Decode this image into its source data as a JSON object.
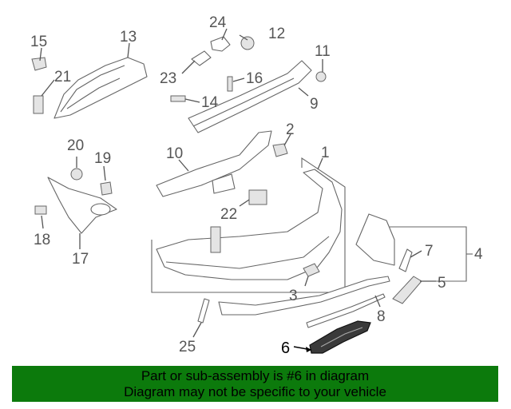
{
  "callouts": {
    "c1": "1",
    "c2": "2",
    "c3": "3",
    "c4": "4",
    "c5": "5",
    "c6": "6",
    "c7": "7",
    "c8": "8",
    "c9": "9",
    "c10": "10",
    "c11": "11",
    "c12": "12",
    "c13": "13",
    "c14": "14",
    "c15": "15",
    "c16": "16",
    "c17": "17",
    "c18": "18",
    "c19": "19",
    "c20": "20",
    "c21": "21",
    "c22": "22",
    "c23": "23",
    "c24": "24",
    "c25": "25"
  },
  "highlighted_part": "6",
  "colors": {
    "banner": "#0c7a0c",
    "highlight_part": "#222222",
    "line_art": "#666666"
  },
  "banner": {
    "line1": "Part or sub-assembly is #6 in diagram",
    "line2": "Diagram may not be specific to your vehicle"
  }
}
